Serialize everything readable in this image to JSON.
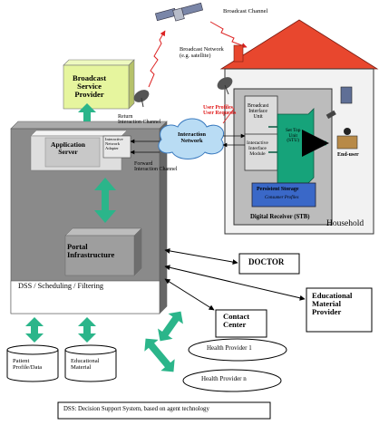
{
  "labels": {
    "broadcast_channel": "Broadcast Channel",
    "broadcast_network": "Broadcast Network\n(e.g. satellite)",
    "broadcast_provider": "Broadcast\nService\nProvider",
    "return_channel": "Return\nInteraction Channel",
    "user_profiles": "User Profiles,\nUser Requests",
    "interaction_network": "Interaction\nNetwork",
    "interactive_adapter": "Interactive\nNetwork\nAdapter",
    "forward_channel": "Forward\nInteraction Channel",
    "application_server": "Application\nServer",
    "broadcast_interface": "Broadcast\nInterface\nUnit",
    "interactive_interface": "Interactive\nInterface\nModule",
    "stu": "Set Top\nUnit\n(STU)",
    "persistent_storage": "Persistent Storage",
    "consumer_profiles": "Consumer Profiles",
    "end_user": "End-user",
    "digital_receiver": "Digital Receiver (STB)",
    "household": "Household",
    "portal": "Portal\nInfrastructure",
    "dss": "DSS / Scheduling / Filtering",
    "doctor": "DOCTOR",
    "educational_provider": "Educational\nMaterial\nProvider",
    "contact_center": "Contact\nCenter",
    "health_provider_1": "Health Provider 1",
    "health_provider_n": "Health Provider n",
    "patient_db": "Patient\nProfile/Data",
    "educational_db": "Educational\nMaterial",
    "footnote": "DSS: Decision Support System, based on agent technology"
  },
  "colors": {
    "green_arrow": "#2bb58a",
    "roof": "#e8472e",
    "provider_box": "#e6f59e",
    "stb_teal": "#16a37a",
    "storage_blue": "#3a68c8",
    "user_profiles_red": "#e01818",
    "grey_main": "#8a8a8a"
  }
}
